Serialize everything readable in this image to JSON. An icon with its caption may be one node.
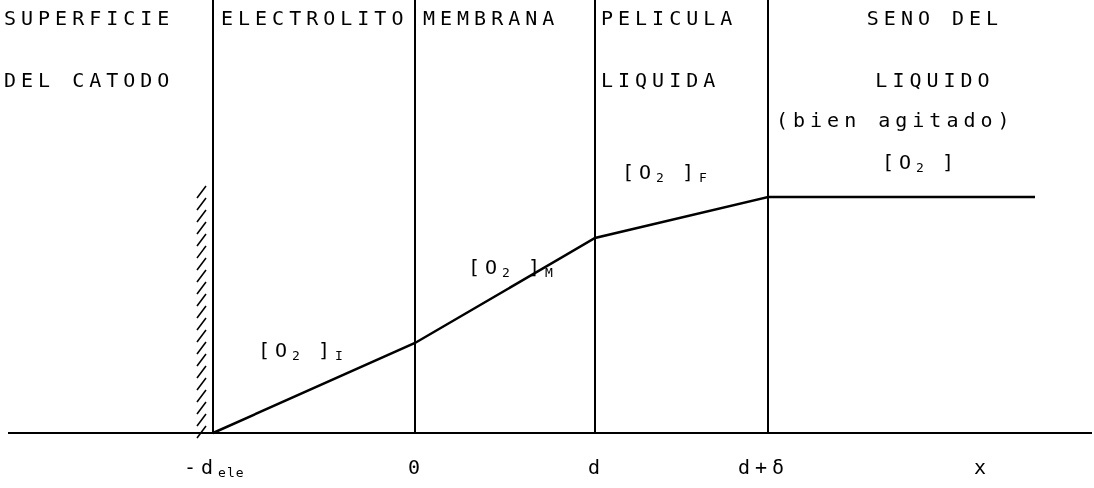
{
  "diagram": {
    "labels": [
      "SUPERFICIE DEL CATODO",
      "ELECTROLITO",
      "MEMBRANA",
      "PELICULA LIQUIDA",
      "SENO DEL LIQUIDO",
      "(bien agitado)",
      "[O$_{2}$ ]",
      "[O$_{2}$ ]$_{F}$",
      "[O$_{2}$ ]$_{M}$",
      "[O$_{2}$ ]$_{I}$",
      "-d$_{ele}$",
      "0",
      "d",
      "d+δ",
      "x"
    ]
  }
}
